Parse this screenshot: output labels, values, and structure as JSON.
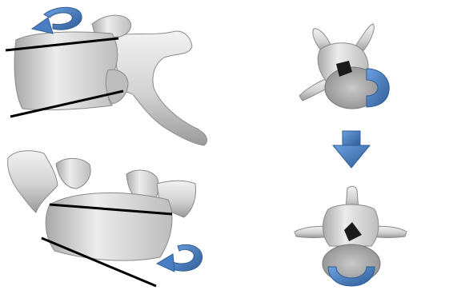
{
  "figure": {
    "background": "#ffffff",
    "colors": {
      "bone_light": "#e4e4e4",
      "bone_mid": "#c6c6c6",
      "bone_dark": "#8f8f8f",
      "outline": "#666666",
      "measurement_line": "#000000",
      "accent_blue": "#4a7ec3",
      "accent_blue_dark": "#2f5d96",
      "canal": "#1a1a1a"
    },
    "panels": [
      {
        "id": "lateral-view-top",
        "icons": [
          "rotation-arrow-icon"
        ]
      },
      {
        "id": "lateral-view-bottom",
        "icons": [
          "rotation-arrow-icon"
        ]
      },
      {
        "id": "axial-view-top",
        "icons": [
          "semicircle-marker-icon"
        ]
      },
      {
        "id": "axial-view-bottom",
        "icons": [
          "semicircle-marker-icon"
        ]
      },
      {
        "id": "transition-arrow",
        "icons": [
          "down-arrow-icon"
        ]
      }
    ]
  }
}
